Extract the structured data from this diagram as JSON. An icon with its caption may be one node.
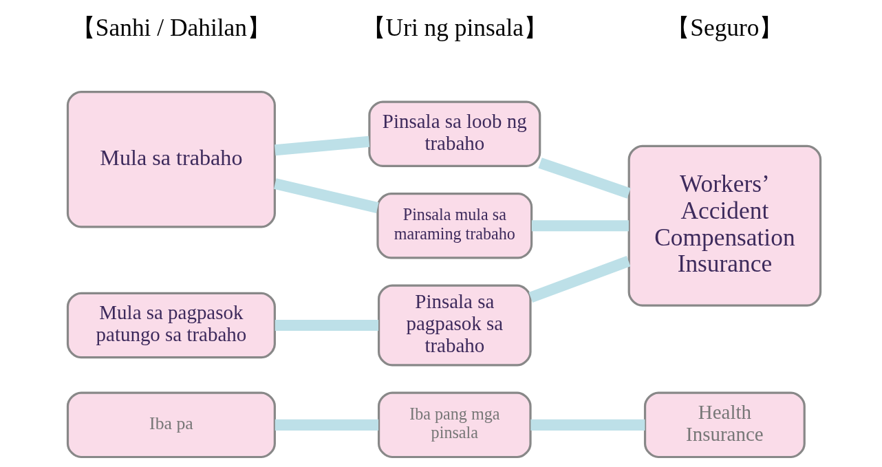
{
  "diagram": {
    "nodes": [
      {
        "text": [
          "Mula sa trabaho"
        ]
      },
      {
        "text": [
          "Pinsala sa loob ng trabaho"
        ]
      },
      {
        "text": [
          "Pinsala mula sa maraming trabaho"
        ]
      },
      {
        "text": [
          "Mula sa pagpasok patungo sa trabaho"
        ]
      },
      {
        "text": [
          "Pinsala sa pagpasok sa trabaho"
        ]
      },
      {
        "text": [
          "Workers’ Accident Compensation Insurance"
        ]
      },
      {
        "text": [
          "Iba pa"
        ]
      },
      {
        "text": [
          "Iba pang mga pinsala"
        ]
      },
      {
        "text": [
          "Health Insurance"
        ]
      }
    ],
    "edges": [
      {
        "from": 0,
        "to": 1,
        "arrow": "none"
      },
      {
        "from": 0,
        "to": 2,
        "arrow": "none"
      },
      {
        "from": 3,
        "to": 4,
        "arrow": "none"
      },
      {
        "from": 1,
        "to": 5,
        "arrow": "none"
      },
      {
        "from": 2,
        "to": 5,
        "arrow": "none"
      },
      {
        "from": 4,
        "to": 5,
        "arrow": "none"
      },
      {
        "from": 6,
        "to": 7,
        "arrow": "none"
      },
      {
        "from": 7,
        "to": 8,
        "arrow": "none"
      }
    ],
    "labels": [
      "【Sanhi / Dahilan】",
      "【Uri ng pinsala】",
      "【Seguro】"
    ]
  }
}
